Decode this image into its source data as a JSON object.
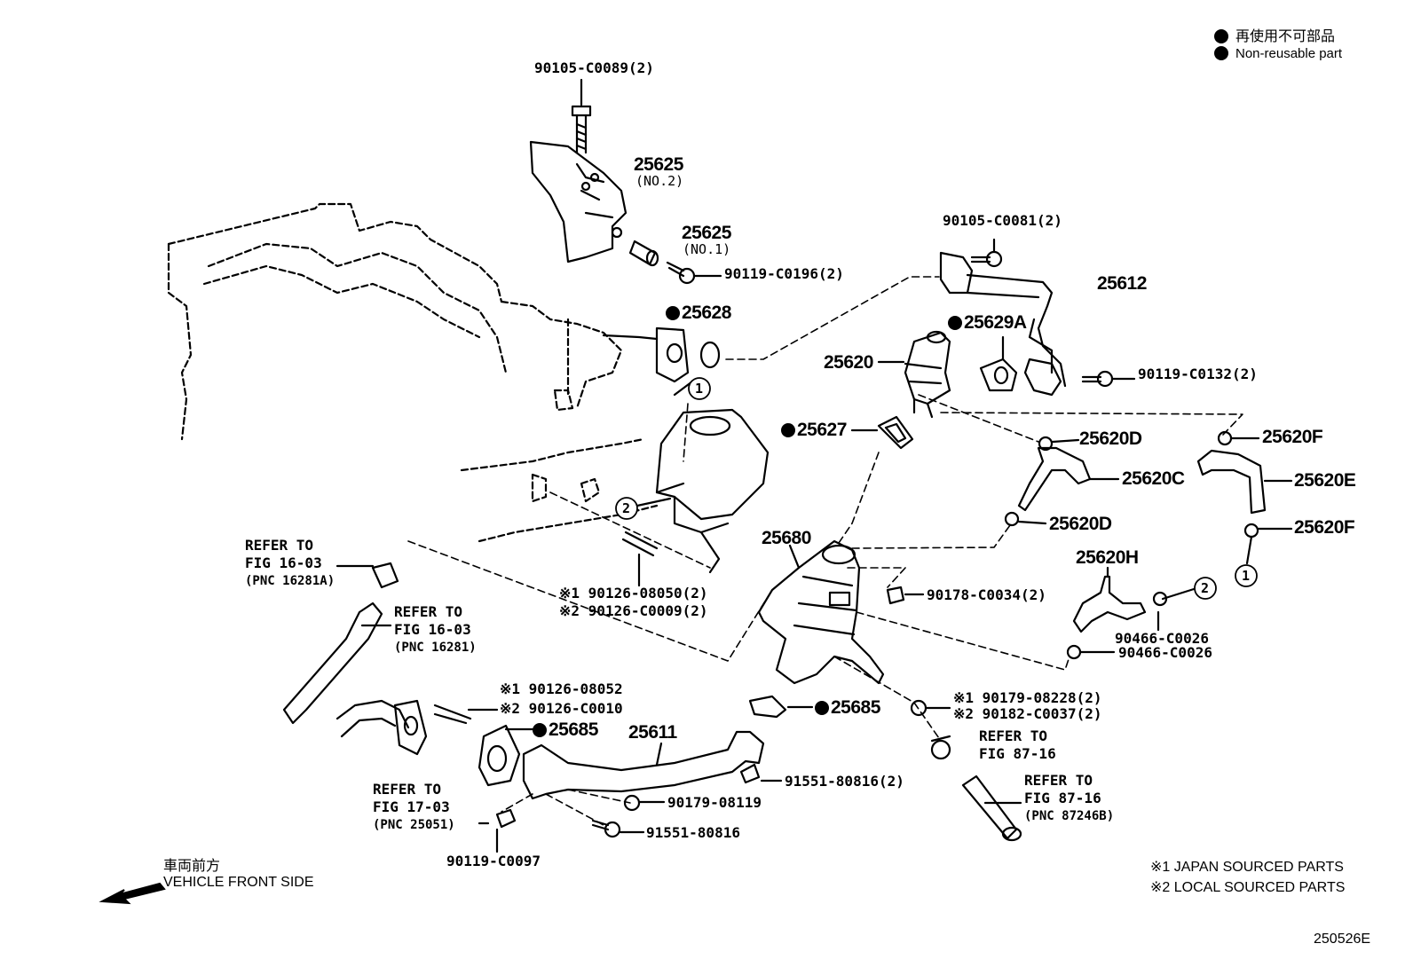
{
  "legend": {
    "non_reusable_jp": "再使用不可部品",
    "non_reusable_en": "Non-reusable part"
  },
  "source_notes": {
    "japan": "※1 JAPAN SOURCED PARTS",
    "local": "※2 LOCAL SOURCED PARTS"
  },
  "direction": {
    "jp": "車両前方",
    "en": "VEHICLE FRONT SIDE"
  },
  "figure_id": "250526E",
  "parts": {
    "p90105_c0089": "90105-C0089(2)",
    "p25625_no2": "25625",
    "p25625_no2_sub": "(NO.2)",
    "p25625_no1": "25625",
    "p25625_no1_sub": "(NO.1)",
    "p90119_c0196": "90119-C0196(2)",
    "p25628": "25628",
    "p90105_c0081": "90105-C0081(2)",
    "p25612": "25612",
    "p25629a": "25629A",
    "p25620": "25620",
    "p90119_c0132": "90119-C0132(2)",
    "p25627": "25627",
    "p25620d_a": "25620D",
    "p25620f_a": "25620F",
    "p25620c": "25620C",
    "p25620e": "25620E",
    "p25620d_b": "25620D",
    "p25620f_b": "25620F",
    "p25680": "25680",
    "p25620h": "25620H",
    "p90178_c0034": "90178-C0034(2)",
    "p90126_a1": "※1 90126-08050(2)",
    "p90126_a2": "※2 90126-C0009(2)",
    "p90466_a": "90466-C0026",
    "p90466_b": "90466-C0026",
    "p90126_b1": "※1 90126-08052",
    "p90126_b2": "※2 90126-C0010",
    "p25685_a": "25685",
    "p25611": "25611",
    "p25685_b": "25685",
    "p90179_08228": "※1 90179-08228(2)",
    "p90182_c0037": "※2 90182-C0037(2)",
    "p91551_80816_2": "91551-80816(2)",
    "p90179_08119": "90179-08119",
    "p91551_80816": "91551-80816",
    "p90119_c0097": "90119-C0097"
  },
  "refs": {
    "r16281a": [
      "REFER TO",
      "FIG 16-03",
      "(PNC 16281A)"
    ],
    "r16281": [
      "REFER TO",
      "FIG 16-03",
      "(PNC 16281)"
    ],
    "r25051": [
      "REFER TO",
      "FIG 17-03",
      "(PNC 25051)"
    ],
    "r8716a": [
      "REFER TO",
      "FIG 87-16"
    ],
    "r87246b": [
      "REFER TO",
      "FIG 87-16",
      "(PNC 87246B)"
    ]
  },
  "circle_marks": [
    "1",
    "2",
    "2",
    "1"
  ]
}
